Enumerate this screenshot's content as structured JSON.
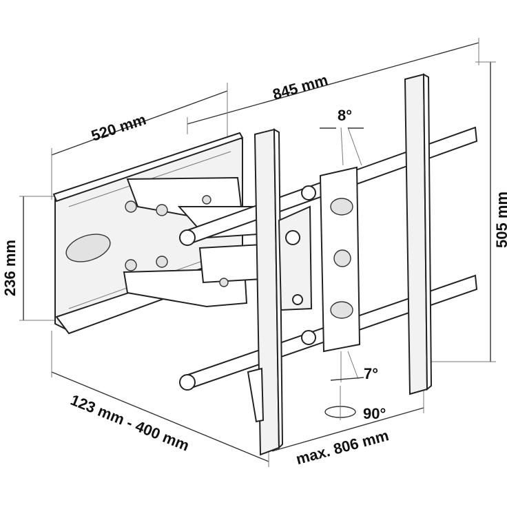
{
  "dimensions": {
    "total_width": "845 mm",
    "plate_width": "520 mm",
    "plate_height": "236 mm",
    "vesa_height": "505 mm",
    "extension": "123 mm - 400 mm",
    "max_vesa_width": "max. 806 mm",
    "tilt_up": "8°",
    "tilt_down": "7°",
    "rotation": "90°"
  },
  "colors": {
    "line": "#222222",
    "part_fill": "#f2f2f2",
    "text": "#111111"
  }
}
